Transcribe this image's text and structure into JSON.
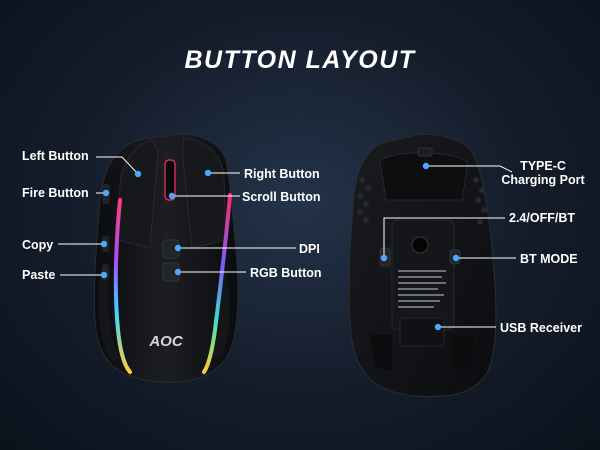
{
  "title": "BUTTON LAYOUT",
  "brand": "AOC",
  "front_labels": {
    "left_button": "Left Button",
    "fire_button": "Fire Button",
    "copy": "Copy",
    "paste": "Paste",
    "right_button": "Right Button",
    "scroll_button": "Scroll Button",
    "dpi": "DPI",
    "rgb_button": "RGB Button"
  },
  "bottom_labels": {
    "type_c_line1": "TYPE-C",
    "type_c_line2": "Charging Port",
    "mode_switch": "2.4/OFF/BT",
    "bt_mode": "BT MODE",
    "usb_receiver": "USB Receiver"
  },
  "colors": {
    "accent_blue": "#4aa8ff",
    "background": "#141c2a"
  }
}
